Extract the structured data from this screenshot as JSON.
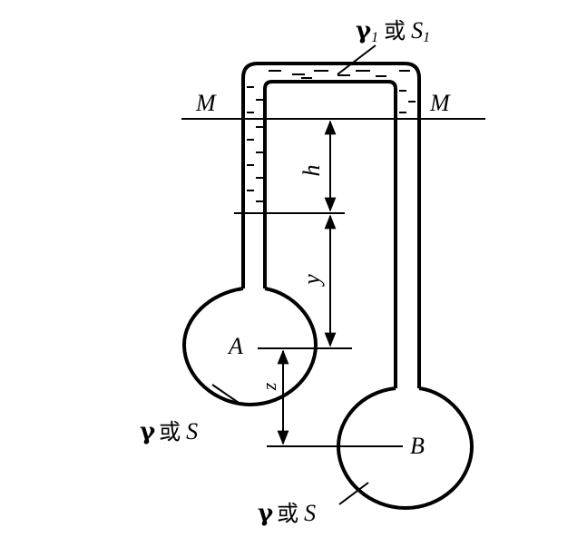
{
  "labels": {
    "top_fluid": {
      "gamma": "γ",
      "gamma_sub": "1",
      "or": "或",
      "s": "S",
      "s_sub": "1"
    },
    "m_left": "M",
    "m_right": "M",
    "point_a": "A",
    "point_b": "B",
    "dim_h": "h",
    "dim_y": "y",
    "dim_z": "z",
    "bulb_a_fluid": {
      "gamma": "γ",
      "or": "或",
      "s": "S"
    },
    "bulb_b_fluid": {
      "gamma": "γ",
      "or": "或",
      "s": "S"
    }
  }
}
